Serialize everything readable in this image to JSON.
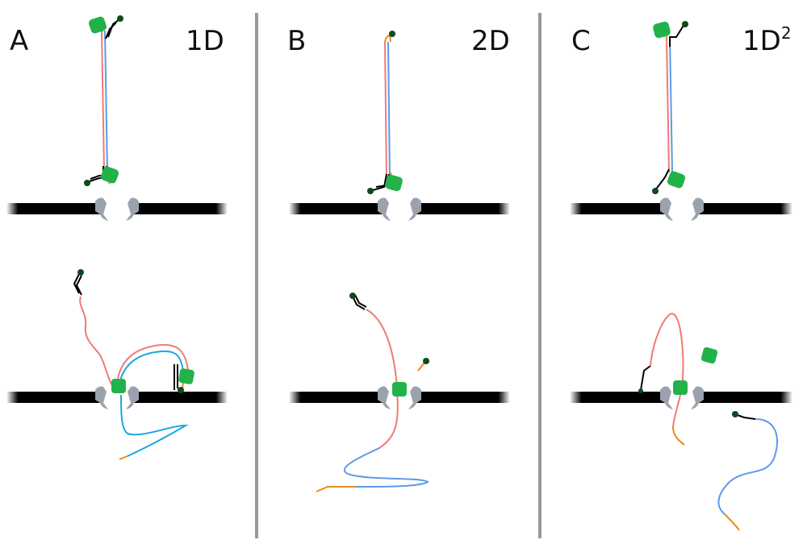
{
  "panels": [
    {
      "letter": "A",
      "mode": "1D",
      "mode_sup": ""
    },
    {
      "letter": "B",
      "mode": "2D",
      "mode_sup": ""
    },
    {
      "letter": "C",
      "mode": "1D",
      "mode_sup": "2"
    }
  ],
  "colors": {
    "template_strand": "#f07a76",
    "complement_strand": "#5b9be8",
    "complement_strand_bright": "#1aa6e2",
    "adapter_segment": "#e88a1a",
    "motor_protein": "#22b24a",
    "tether_bead": "#0f4a1f",
    "membrane": "#000000",
    "pore": "#9aa3ad",
    "divider": "#999999"
  },
  "icons": [
    "motor-protein-icon",
    "nanopore-icon",
    "tether-bead-icon"
  ]
}
